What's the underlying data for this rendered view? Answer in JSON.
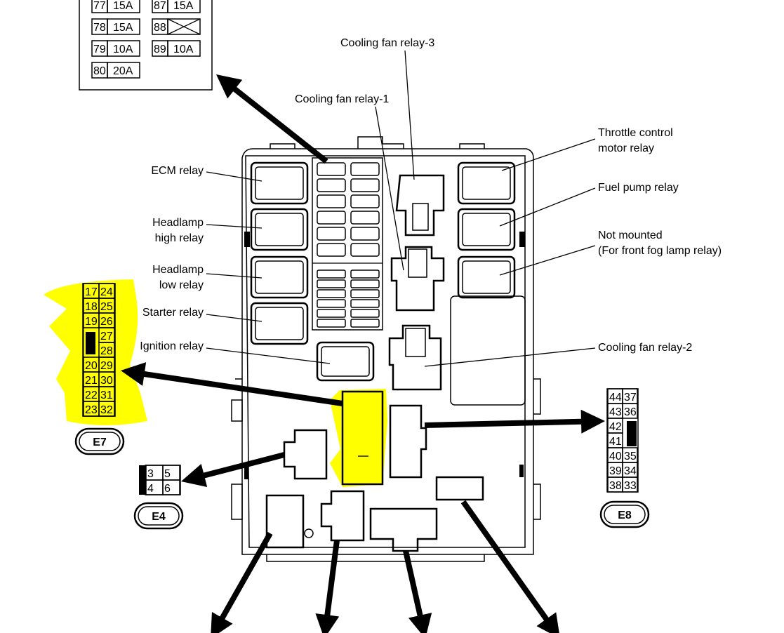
{
  "colors": {
    "highlight": "#ffff00",
    "ink": "#000000"
  },
  "fuse_table": {
    "rows": [
      {
        "left": {
          "no": "77",
          "amp": "15A"
        },
        "right": {
          "no": "87",
          "amp": "15A"
        }
      },
      {
        "left": {
          "no": "78",
          "amp": "15A"
        },
        "right": {
          "no": "88",
          "amp": "",
          "empty": true
        }
      },
      {
        "left": {
          "no": "79",
          "amp": "10A"
        },
        "right": {
          "no": "89",
          "amp": "10A"
        }
      },
      {
        "left": {
          "no": "80",
          "amp": "20A"
        },
        "right": null
      }
    ]
  },
  "labels": {
    "cooling_fan_relay_3": "Cooling fan relay-3",
    "cooling_fan_relay_1": "Cooling fan relay-1",
    "throttle_1": "Throttle control",
    "throttle_2": "motor relay",
    "fuel_pump_relay": "Fuel pump relay",
    "not_mounted_1": "Not mounted",
    "not_mounted_2": "(For front fog lamp relay)",
    "ecm_relay": "ECM relay",
    "headlamp_high_1": "Headlamp",
    "headlamp_high_2": "high relay",
    "headlamp_low_1": "Headlamp",
    "headlamp_low_2": "low relay",
    "starter_relay": "Starter relay",
    "ignition_relay": "Ignition relay",
    "cooling_fan_relay_2": "Cooling fan relay-2"
  },
  "connectors": {
    "E7": {
      "name": "E7",
      "left": [
        "17",
        "18",
        "19",
        "",
        "",
        "20",
        "21",
        "22",
        "23"
      ],
      "right": [
        "24",
        "25",
        "26",
        "27",
        "28",
        "29",
        "30",
        "31",
        "32"
      ],
      "highlighted": true
    },
    "E8": {
      "name": "E8",
      "left": [
        "44",
        "43",
        "42",
        "41",
        "40",
        "39",
        "38"
      ],
      "right": [
        "37",
        "36",
        "",
        "",
        "35",
        "34",
        "33"
      ]
    },
    "E4": {
      "name": "E4",
      "left": [
        "3",
        "4"
      ],
      "right": [
        "5",
        "6"
      ]
    }
  }
}
